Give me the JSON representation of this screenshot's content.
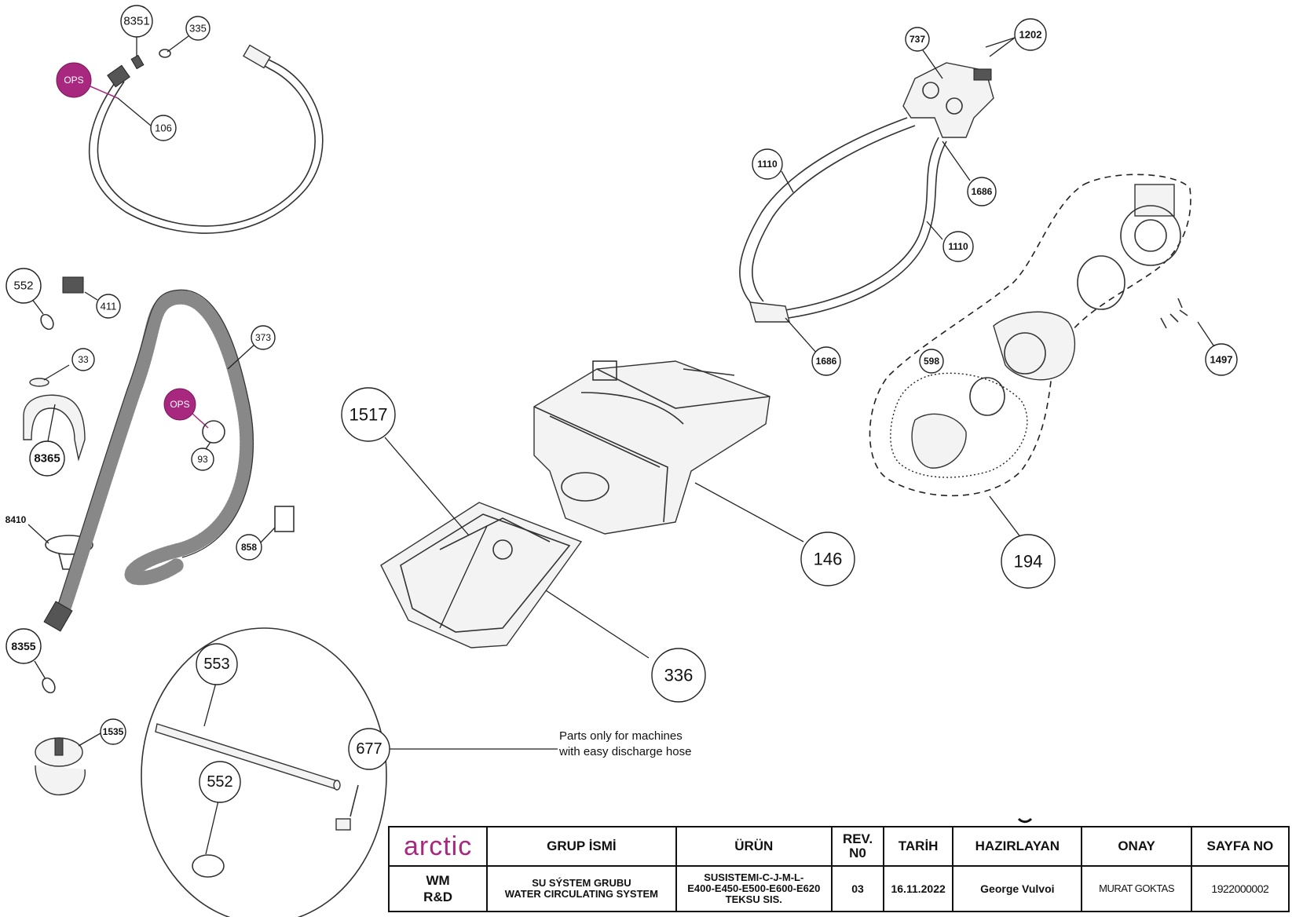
{
  "callouts": {
    "c8351": "8351",
    "c335": "335",
    "c106": "106",
    "ops1": "OPS",
    "c552a": "552",
    "c411": "411",
    "c33": "33",
    "c8365": "8365",
    "c373": "373",
    "ops2": "OPS",
    "c93": "93",
    "c8410": "8410",
    "c858": "858",
    "c8355": "8355",
    "c1535": "1535",
    "c553": "553",
    "c552b": "552",
    "c677": "677",
    "c1517": "1517",
    "c336": "336",
    "c146": "146",
    "c737": "737",
    "c1202": "1202",
    "c1110a": "1110",
    "c1686a": "1686",
    "c1110b": "1110",
    "c1686b": "1686",
    "c598": "598",
    "c1497": "1497",
    "c194": "194"
  },
  "note": {
    "line1": "Parts only for machines",
    "line2": "with easy discharge hose"
  },
  "title_block": {
    "logo": "arctic",
    "headers": {
      "group": "GRUP İSMİ",
      "product": "ÜRÜN",
      "rev": "REV.\nN0",
      "date": "TARİH",
      "prepared": "HAZIRLAYAN",
      "approved": "ONAY",
      "page": "SAYFA NO"
    },
    "values": {
      "dept": "WM\nR&D",
      "group": "SU SÝSTEM GRUBU\nWATER CIRCULATING SYSTEM",
      "product": "SUSISTEMI-C-J-M-L-\nE400-E450-E500-E600-E620\nTEKSU SIS.",
      "rev": "03",
      "date": "16.11.2022",
      "prepared": "George Vulvoi",
      "approved": "MURAT GOKTAS",
      "page": "1922000002"
    }
  },
  "colors": {
    "ops": "#a8287f",
    "logo": "#a8287f"
  }
}
